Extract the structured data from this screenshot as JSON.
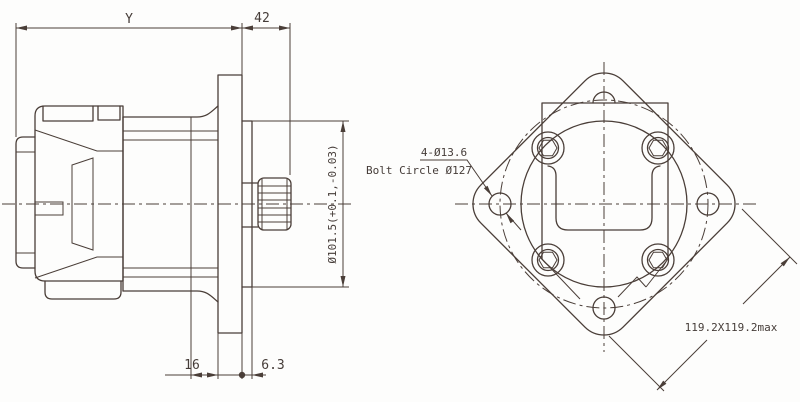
{
  "drawing": {
    "type": "technical-drawing",
    "background_color": "#fdfdfc",
    "line_color": "#4a3e38",
    "views": {
      "side": {
        "name": "motor-side-view",
        "dimensions": {
          "overall_length": "Y",
          "shaft_extension": "42",
          "pilot_diameter": "Ø101.5(+0.1,-0.03)",
          "rear_section": "16",
          "pilot_depth": "6.3"
        }
      },
      "front": {
        "name": "mounting-flange-view",
        "labels": {
          "mounting_holes": "4-Ø13.6",
          "bolt_circle": "Bolt Circle Ø127",
          "flange_size": "119.2X119.2max"
        }
      }
    }
  }
}
